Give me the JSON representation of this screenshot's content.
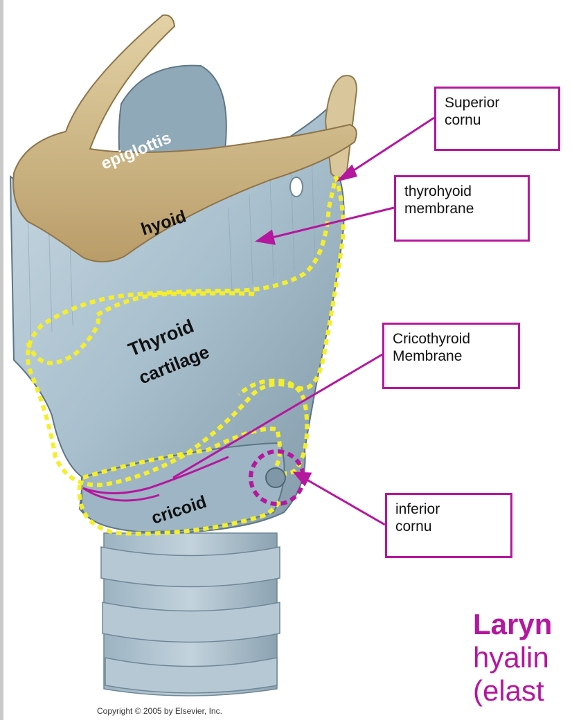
{
  "labels": {
    "epiglottis": "epiglottis",
    "hyoid": "hyoid",
    "thyroid_line1": "Thyroid",
    "thyroid_line2": "cartilage",
    "cricoid": "cricoid"
  },
  "callouts": {
    "superior_cornu": [
      "Superior",
      "cornu"
    ],
    "thyrohyoid_membrane": [
      "thyrohyoid",
      "membrane"
    ],
    "cricothyroid_membrane": [
      "Cricothyroid",
      "Membrane"
    ],
    "inferior_cornu": [
      "inferior",
      "cornu"
    ]
  },
  "heading": {
    "line1": "Laryn",
    "line2": "hyalin",
    "line3": "(elast"
  },
  "copyright": "Copyright © 2005 by Elsevier, Inc.",
  "colors": {
    "accent_magenta": "#b5179e",
    "outline_yellow": "#f5ef2a",
    "cartilage_blue": "#a9c0cf",
    "hyoid_tan": "#d2bb8d"
  }
}
